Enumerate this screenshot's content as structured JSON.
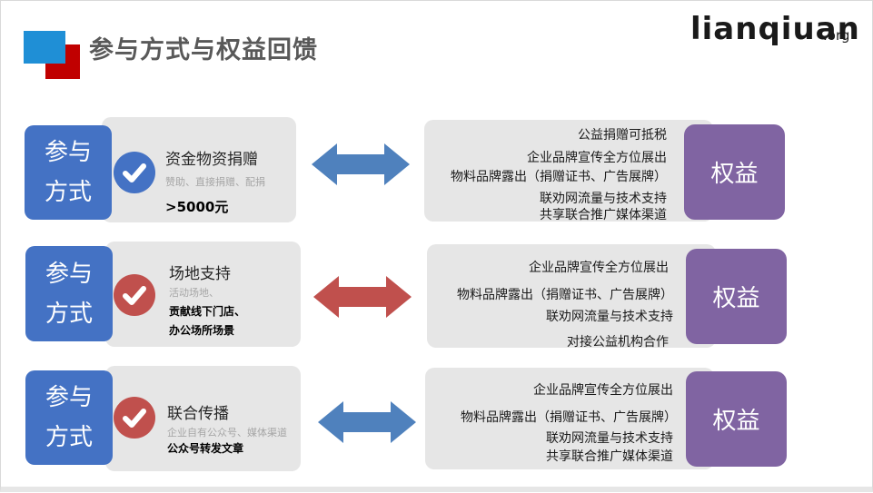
{
  "title": "参与方式与权益回馈",
  "logo": {
    "main": "lianqiuan",
    "tld": ".org"
  },
  "colors": {
    "blue": "#4472c4",
    "red": "#c0504d",
    "purple": "#8064a2",
    "card_gray": "#e6e6e6"
  },
  "rows": [
    {
      "participation_label": [
        "参与",
        "方式"
      ],
      "title": "资金物资捐赠",
      "subtitle": "赞助、直接捐赠、配捐",
      "detail": ">5000元",
      "check_color": "blue",
      "arrow_color": "blue",
      "benefits": [
        "公益捐赠可抵税",
        "企业品牌宣传全方位展出",
        "物料品牌露出（捐赠证书、广告展牌）",
        "联劝网流量与技术支持",
        "共享联合推广媒体渠道"
      ],
      "benefit_label": "权益"
    },
    {
      "participation_label": [
        "参与",
        "方式"
      ],
      "title": "场地支持",
      "subtitle": "活动场地、",
      "detail_lines": [
        "贡献线下门店、",
        "办公场所场景"
      ],
      "check_color": "red",
      "arrow_color": "red",
      "benefits": [
        "企业品牌宣传全方位展出",
        "物料品牌露出（捐赠证书、广告展牌）",
        "联劝网流量与技术支持",
        "对接公益机构合作"
      ],
      "benefit_label": "权益"
    },
    {
      "participation_label": [
        "参与",
        "方式"
      ],
      "title": "联合传播",
      "subtitle": "企业自有公众号、媒体渠道",
      "detail": "公众号转发文章",
      "check_color": "red",
      "arrow_color": "blue",
      "benefits": [
        "企业品牌宣传全方位展出",
        "物料品牌露出（捐赠证书、广告展牌）",
        "联劝网流量与技术支持",
        "共享联合推广媒体渠道"
      ],
      "benefit_label": "权益"
    }
  ]
}
